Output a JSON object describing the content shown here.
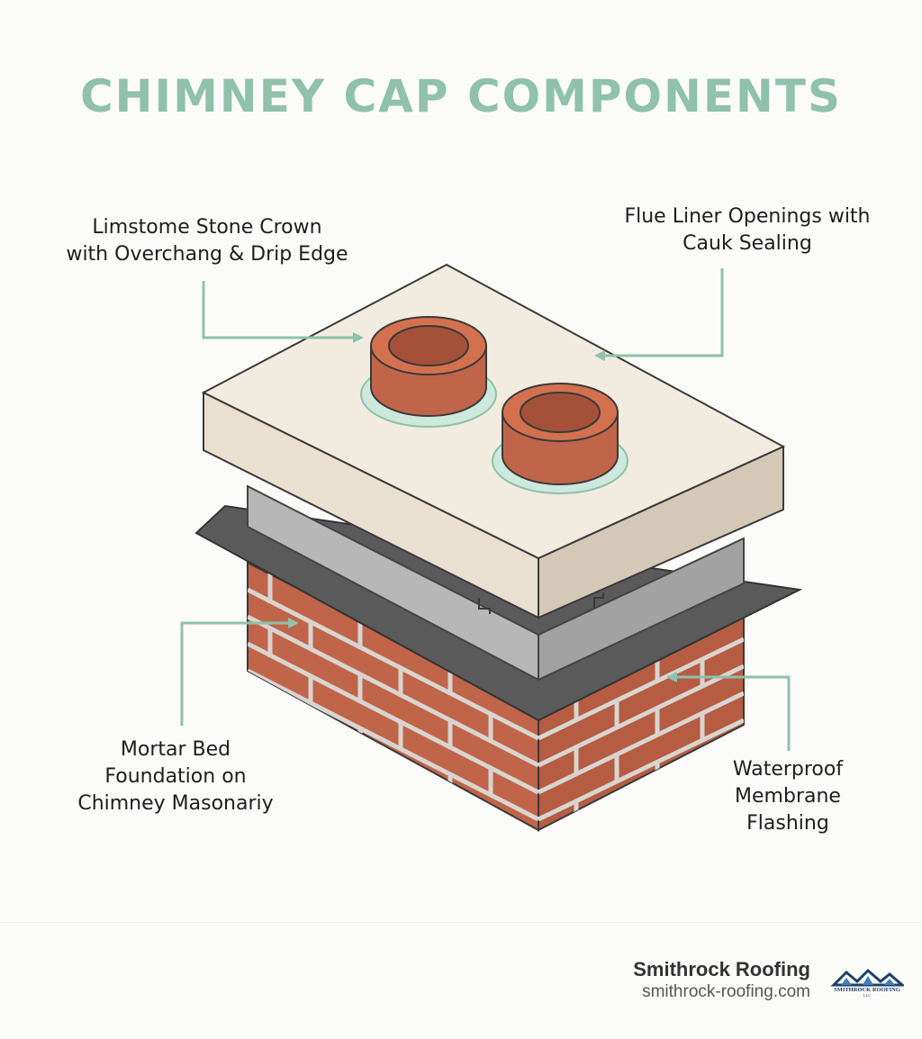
{
  "title": "CHIMNEY CAP COMPONENTS",
  "callouts": {
    "top_left": [
      "Limstome Stone Crown",
      "with Overchang & Drip Edge"
    ],
    "top_right": [
      "Flue Liner Openings with",
      "Cauk Sealing"
    ],
    "bottom_left": [
      "Mortar Bed",
      "Foundation on",
      "Chimney Masonariy"
    ],
    "bottom_right": [
      "Waterproof",
      "Membrane",
      "Flashing"
    ]
  },
  "footer": {
    "brand_name": "Smithrock Roofing",
    "brand_url": "smithrock-roofing.com",
    "logo_text": "SMITHROCK ROOFING",
    "logo_subtext": "LLC"
  },
  "colors": {
    "title": "#8fc1ac",
    "leader_line": "#8fc1ac",
    "crown_top": "#f2ece0",
    "crown_side": "#e8dfce",
    "crown_right": "#d3c8b5",
    "mortar": "#a9a9a9",
    "flashing": "#555555",
    "brick": "#c0654a",
    "flue": "#cf6a4c",
    "sealant": "#cde8dc"
  }
}
